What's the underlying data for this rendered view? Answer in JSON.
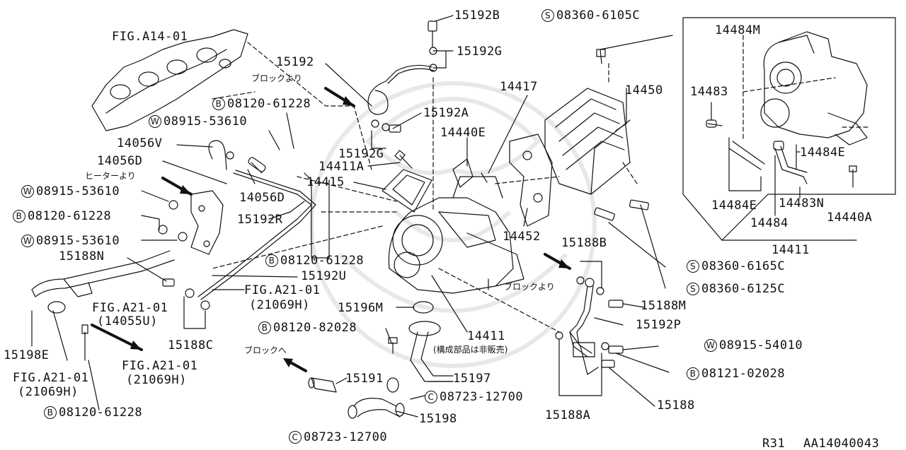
{
  "labels": {
    "fig_a14_01": "FIG.A14-01",
    "p15192b": "15192B",
    "p15192g_top": "15192G",
    "p15192": "15192",
    "block_from_1": "ブロックより",
    "bolt_08120_61228_top": "08120-61228",
    "washer_08915_53610_top": "08915-53610",
    "p14056v": "14056V",
    "p14056d_left": "14056D",
    "heater_from": "ヒーターより",
    "washer_08915_53610_mid": "08915-53610",
    "bolt_08120_61228_mid": "08120-61228",
    "washer_08915_53610_low": "08915-53610",
    "p15188n": "15188N",
    "p15192a": "15192A",
    "p15192g_low": "15192G",
    "p14411a_left": "14411A",
    "p14415": "14415",
    "p14056d_mid": "14056D",
    "p15192r": "15192R",
    "bolt_08120_61228_right": "08120-61228",
    "p15192u": "15192U",
    "fig_a21_01_a": "FIG.A21-01",
    "ref_21069h_a": "(21069H)",
    "fig_a21_01_b": "FIG.A21-01",
    "ref_14055u": "(14055U)",
    "p15188c": "15188C",
    "p15198e": "15198E",
    "fig_a21_01_c": "FIG.A21-01",
    "ref_21069h_c": "(21069H)",
    "fig_a21_01_d": "FIG.A21-01",
    "ref_21069h_d": "(21069H)",
    "bolt_08120_61228_bottom": "08120-61228",
    "p15196m": "15196M",
    "bolt_08120_82028": "08120-82028",
    "block_to": "ブロックへ",
    "p15191": "15191",
    "p15197": "15197",
    "clamp_08723_12700_right": "08723-12700",
    "clamp_08723_12700_bottom": "08723-12700",
    "p15198": "15198",
    "p14417": "14417",
    "p14440e": "14440E",
    "screw_08360_6105c": "08360-6105C",
    "p14450": "14450",
    "p14452": "14452",
    "p14411_main": "14411",
    "not_sold_note": "(構成部品は非販売)",
    "p15188b": "15188B",
    "block_from_2": "ブロックより",
    "p15188m": "15188M",
    "p15192p": "15192P",
    "washer_08915_54010": "08915-54010",
    "bolt_08121_02028": "08121-02028",
    "p15188": "15188",
    "p15188a": "15188A",
    "screw_08360_6165c": "08360-6165C",
    "screw_08360_6125c": "08360-6125C",
    "p14484m": "14484M",
    "p14483": "14483",
    "p14484e_left": "14484E",
    "p14484e_right": "14484E",
    "p14483n": "14483N",
    "p14484": "14484",
    "p14440a": "14440A",
    "p14411_inset": "14411",
    "model_code": "R31",
    "diagram_code": "AA14040043"
  },
  "prefix_letters": {
    "bolt": "B",
    "washer": "W",
    "screw": "S",
    "clamp": "C"
  },
  "colors": {
    "ink": "#111111",
    "watermark": "#e8e8e8",
    "background": "#ffffff"
  }
}
